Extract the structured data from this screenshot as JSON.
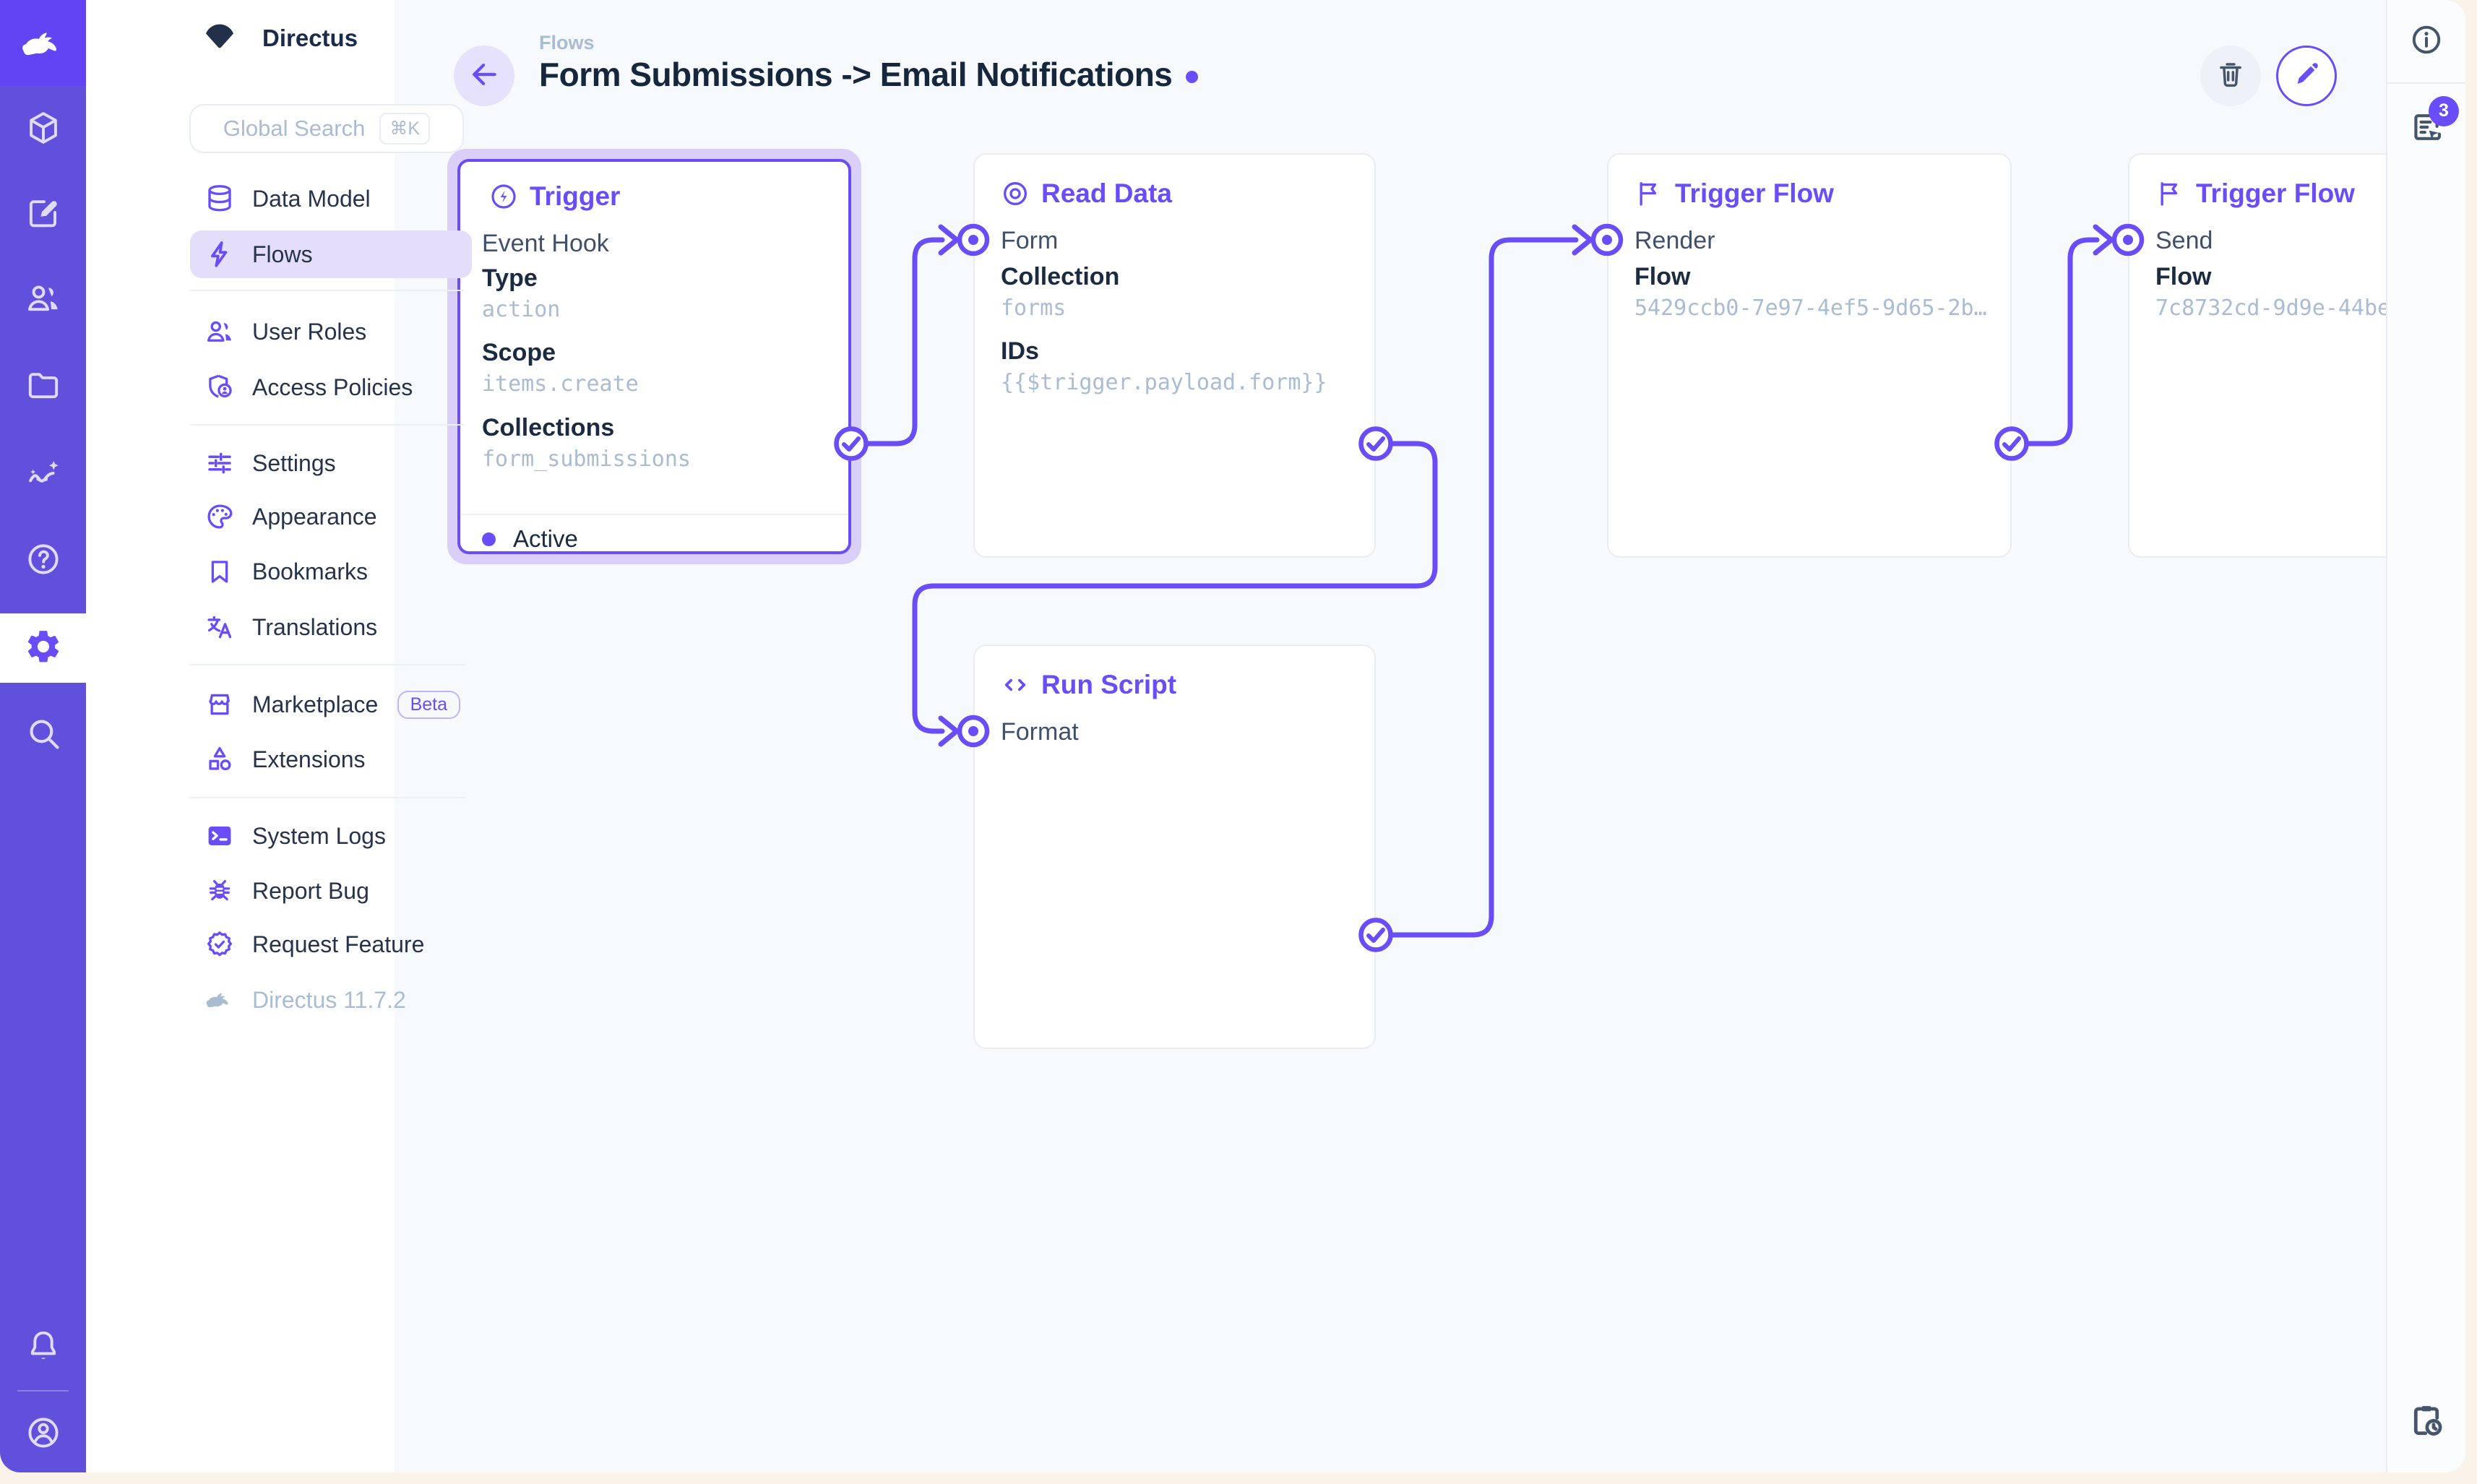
{
  "brand": {
    "project_name": "Directus",
    "version": "Directus 11.7.2"
  },
  "search": {
    "placeholder": "Global Search",
    "shortcut": "⌘K"
  },
  "module_bar": {
    "active_module": "settings",
    "modules": [
      {
        "icon": "box-icon"
      },
      {
        "icon": "edit-icon"
      },
      {
        "icon": "users-icon"
      },
      {
        "icon": "folder-icon"
      },
      {
        "icon": "insights-icon"
      },
      {
        "icon": "help-icon"
      },
      {
        "icon": "settings-gear-icon"
      },
      {
        "icon": "search-icon"
      }
    ],
    "bottom": [
      {
        "icon": "bell-icon"
      },
      {
        "icon": "user-avatar-icon"
      }
    ]
  },
  "nav": {
    "groups": [
      {
        "items": [
          {
            "label": "Data Model",
            "icon": "database-icon"
          },
          {
            "label": "Flows",
            "icon": "bolt-icon",
            "selected": true
          }
        ]
      },
      {
        "items": [
          {
            "label": "User Roles",
            "icon": "user-roles-icon"
          },
          {
            "label": "Access Policies",
            "icon": "shield-user-icon"
          }
        ]
      },
      {
        "items": [
          {
            "label": "Settings",
            "icon": "tune-icon"
          },
          {
            "label": "Appearance",
            "icon": "palette-icon"
          },
          {
            "label": "Bookmarks",
            "icon": "bookmark-icon"
          },
          {
            "label": "Translations",
            "icon": "translate-icon"
          }
        ]
      },
      {
        "items": [
          {
            "label": "Marketplace",
            "icon": "storefront-icon",
            "badge": "Beta"
          },
          {
            "label": "Extensions",
            "icon": "extension-icon"
          }
        ]
      },
      {
        "items": [
          {
            "label": "System Logs",
            "icon": "terminal-icon"
          },
          {
            "label": "Report Bug",
            "icon": "bug-icon"
          },
          {
            "label": "Request Feature",
            "icon": "feature-badge-icon"
          }
        ]
      }
    ]
  },
  "header": {
    "breadcrumb": "Flows",
    "title": "Form Submissions -> Email Notifications"
  },
  "right_rail": {
    "notices_count": "3"
  },
  "flow": {
    "nodes": [
      {
        "key": "trigger",
        "title": "Trigger",
        "icon": "bolt-circle-icon",
        "name": "Event Hook",
        "fields": [
          {
            "label": "Type",
            "value": "action"
          },
          {
            "label": "Scope",
            "value": "items.create"
          },
          {
            "label": "Collections",
            "value": "form_submissions"
          }
        ],
        "status": "Active"
      },
      {
        "key": "read_data",
        "title": "Read Data",
        "icon": "eye-icon",
        "name": "Form",
        "fields": [
          {
            "label": "Collection",
            "value": "forms"
          },
          {
            "label": "IDs",
            "value": "{{$trigger.payload.form}}"
          }
        ]
      },
      {
        "key": "run_script",
        "title": "Run Script",
        "icon": "code-icon",
        "name": "Format",
        "fields": []
      },
      {
        "key": "trigger_flow_render",
        "title": "Trigger Flow",
        "icon": "flag-icon",
        "name": "Render",
        "fields": [
          {
            "label": "Flow",
            "value": "5429ccb0-7e97-4ef5-9d65-2b…"
          }
        ]
      },
      {
        "key": "trigger_flow_send",
        "title": "Trigger Flow",
        "icon": "flag-icon",
        "name": "Send",
        "fields": [
          {
            "label": "Flow",
            "value": "7c8732cd-9d9e-44be"
          }
        ]
      }
    ],
    "edges": [
      {
        "from": "trigger",
        "to": "read_data"
      },
      {
        "from": "read_data",
        "to": "run_script"
      },
      {
        "from": "run_script",
        "to": "trigger_flow_render"
      },
      {
        "from": "trigger_flow_render",
        "to": "trigger_flow_send"
      }
    ]
  },
  "colors": {
    "accent": "#6A4DF8",
    "module_bar_bg": "#6150DC",
    "logo_bg": "#6244F3",
    "canvas_bg": "#F7FAFC",
    "panel_border": "#E7EDF3",
    "selected_nav_bg": "#E5DEFB",
    "muted_text": "#A9BCD2",
    "dark_text": "#16263C",
    "window_backdrop": "#FAF3EA",
    "trigger_glow": "#D9CFF9"
  }
}
